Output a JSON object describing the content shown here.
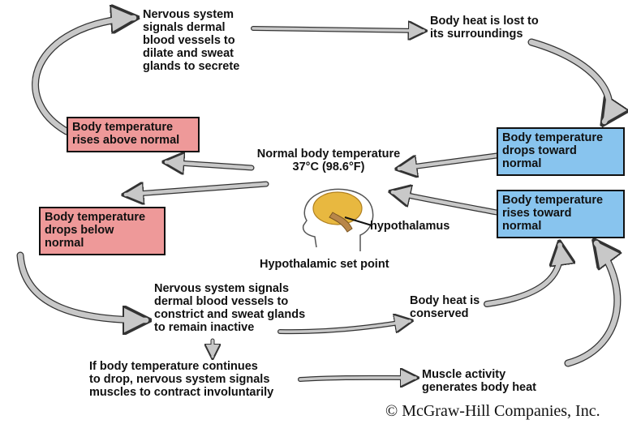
{
  "labels": {
    "signal_dilate": [
      "Nervous system",
      "signals dermal",
      "blood vessels to",
      "dilate and sweat",
      "glands to secrete"
    ],
    "heat_lost": [
      "Body heat is lost to",
      "its surroundings"
    ],
    "normal_temp": [
      "Normal body temperature",
      "37°C (98.6°F)"
    ],
    "hypothalamus": "hypothalamus",
    "set_point": "Hypothalamic set point",
    "signal_constrict": [
      "Nervous system signals",
      "dermal blood vessels to",
      "constrict and sweat glands",
      "to remain inactive"
    ],
    "heat_conserved": [
      "Body heat is",
      "conserved"
    ],
    "continues_drop": [
      "If body temperature continues",
      "to drop, nervous system signals",
      "muscles to contract involuntarily"
    ],
    "muscle_activity": [
      "Muscle activity",
      "generates body heat"
    ]
  },
  "boxes": {
    "rises_above": [
      "Body temperature",
      "rises above normal"
    ],
    "drops_toward": [
      "Body temperature",
      "drops toward",
      "normal"
    ],
    "drops_below": [
      "Body temperature",
      "drops below",
      "normal"
    ],
    "rises_toward": [
      "Body temperature",
      "rises toward",
      "normal"
    ]
  },
  "colors": {
    "warm_box": "#ee9999",
    "cool_box": "#88c4ee",
    "arrow_fill": "#c8c8c8",
    "brain": "#e8b840"
  },
  "copyright": "© McGraw-Hill Companies, Inc."
}
